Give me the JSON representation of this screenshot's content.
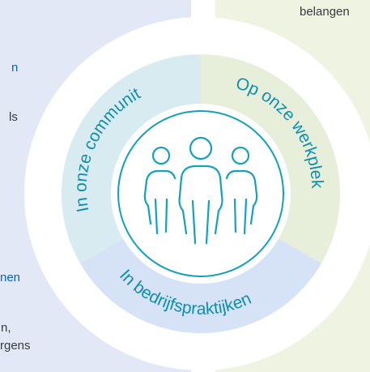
{
  "left_column": {
    "heading_fragment": "n",
    "text_fragment": "ls",
    "subheading_fragment": "nen",
    "line_fragment_1": "n,",
    "line_fragment_2": "rgens"
  },
  "right_column": {
    "top_fragment": "belangen"
  },
  "diagram": {
    "segments": [
      {
        "label": "In onze community",
        "color": "#d8ebf1"
      },
      {
        "label": "Op onze werkplek",
        "color": "#e7efda"
      },
      {
        "label": "In bedrijfspraktijken",
        "color": "#d6e3f6"
      }
    ],
    "center_icon": "people-group-icon",
    "label_color": "#0e8fae",
    "icon_color": "#13a1bd",
    "ring_color": "#ffffff"
  }
}
